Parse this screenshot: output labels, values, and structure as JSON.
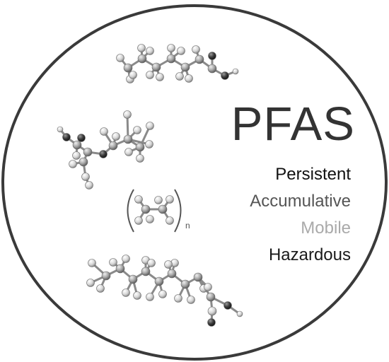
{
  "title": "PFAS",
  "properties": [
    {
      "label": "Persistent",
      "color": "#111111"
    },
    {
      "label": "Accumulative",
      "color": "#555555"
    },
    {
      "label": "Mobile",
      "color": "#aaaaaa"
    },
    {
      "label": "Hazardous",
      "color": "#1a1a1a"
    }
  ],
  "polymer": {
    "subscript": "n"
  },
  "colors": {
    "circle_stroke": "#3a3a3a",
    "title": "#333333",
    "atom_light": "#e8e8e8",
    "atom_mid": "#b8b8b8",
    "atom_dark": "#404040",
    "bond": "#8a8a8a"
  },
  "icons": [
    "molecule-chain-top",
    "molecule-ether-branched",
    "ptfe-repeat-unit",
    "molecule-chain-bottom"
  ]
}
